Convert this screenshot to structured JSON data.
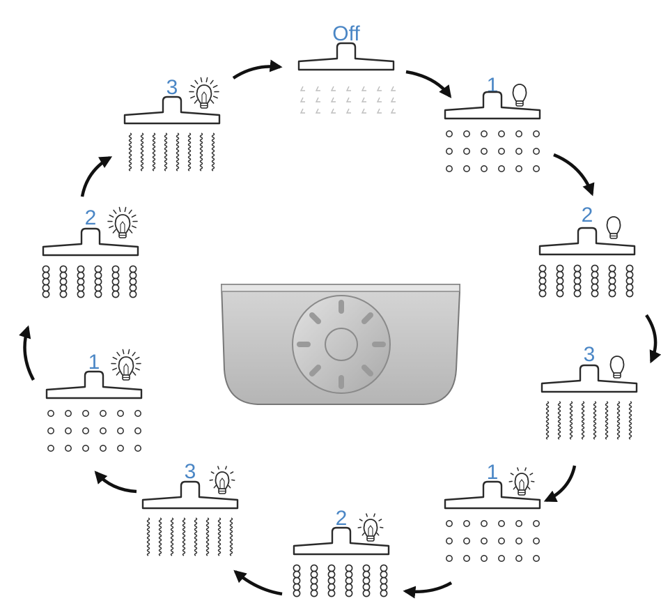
{
  "colors": {
    "label": "#4a86c5",
    "line": "#2a2a2a",
    "spray_off": "#bdbdbd",
    "arrow": "#111111",
    "panel_fill": "#c6c6c6",
    "panel_stroke": "#6e6e6e"
  },
  "center_control": {
    "name": "shower-control-panel",
    "icon": "rotary-knob"
  },
  "modes": [
    {
      "id": "off",
      "label": "Off",
      "spray": "off",
      "light": "none"
    },
    {
      "id": "m1",
      "label": "1",
      "spray": "drops",
      "light": "bulb-off"
    },
    {
      "id": "m2",
      "label": "2",
      "spray": "rings",
      "light": "bulb-off"
    },
    {
      "id": "m3",
      "label": "3",
      "spray": "streams",
      "light": "bulb-off"
    },
    {
      "id": "m4",
      "label": "1",
      "spray": "drops",
      "light": "bulb-dim"
    },
    {
      "id": "m5",
      "label": "2",
      "spray": "rings",
      "light": "bulb-dim"
    },
    {
      "id": "m6",
      "label": "3",
      "spray": "streams",
      "light": "bulb-dim"
    },
    {
      "id": "m7",
      "label": "1",
      "spray": "drops",
      "light": "bulb-bright"
    },
    {
      "id": "m8",
      "label": "2",
      "spray": "rings",
      "light": "bulb-bright"
    },
    {
      "id": "m9",
      "label": "3",
      "spray": "streams",
      "light": "bulb-bright"
    }
  ]
}
